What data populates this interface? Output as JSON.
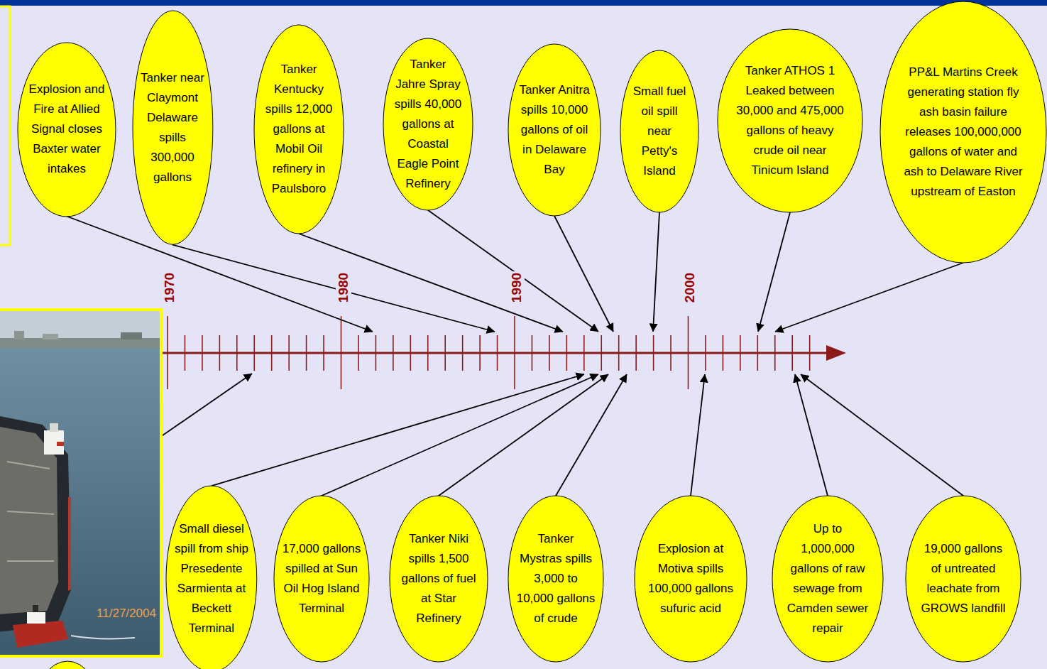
{
  "diagram": {
    "nodes": [
      {
        "text": [
          "Explosion and Fire at Allied Signal closes Baxter water intakes"
        ]
      },
      {
        "text": [
          "Tanker near Claymont Delaware spills 300,000 gallons"
        ]
      },
      {
        "text": [
          "Tanker Kentucky spills 12,000 gallons at Mobil Oil refinery in Paulsboro"
        ]
      },
      {
        "text": [
          "Tanker Jahre Spray spills 40,000 gallons at Coastal Eagle Point Refinery"
        ]
      },
      {
        "text": [
          "Tanker Anitra spills 10,000 gallons of oil in Delaware Bay"
        ]
      },
      {
        "text": [
          "Small fuel oil spill near Petty's Island"
        ]
      },
      {
        "text": [
          "Tanker ATHOS 1 Leaked between 30,000 and 475,000 gallons of heavy crude oil near Tinicum Island"
        ]
      },
      {
        "text": [
          "PP&L Martins Creek generating station fly ash basin failure releases 100,000,000 gallons of water and ash to Delaware River upstream of Easton"
        ]
      },
      {
        "text": [
          "Small diesel spill from ship Presedente Sarmienta at Beckett Terminal"
        ]
      },
      {
        "text": [
          "17,000 gallons spilled at Sun Oil Hog Island Terminal"
        ]
      },
      {
        "text": [
          "Tanker Niki spills 1,500 gallons of fuel at Star Refinery"
        ]
      },
      {
        "text": [
          "Tanker Mystras spills 3,000 to 10,000 gallons of crude"
        ]
      },
      {
        "text": [
          "Explosion at Motiva spills 100,000 gallons sufuric acid"
        ]
      },
      {
        "text": [
          "Up to 1,000,000 gallons of raw sewage from Camden sewer repair"
        ]
      },
      {
        "text": [
          "19,000 gallons of untreated leachate from GROWS landfill"
        ]
      }
    ],
    "labels": [
      "1970",
      "1980",
      "1990",
      "2000",
      "11/27/2004"
    ]
  }
}
